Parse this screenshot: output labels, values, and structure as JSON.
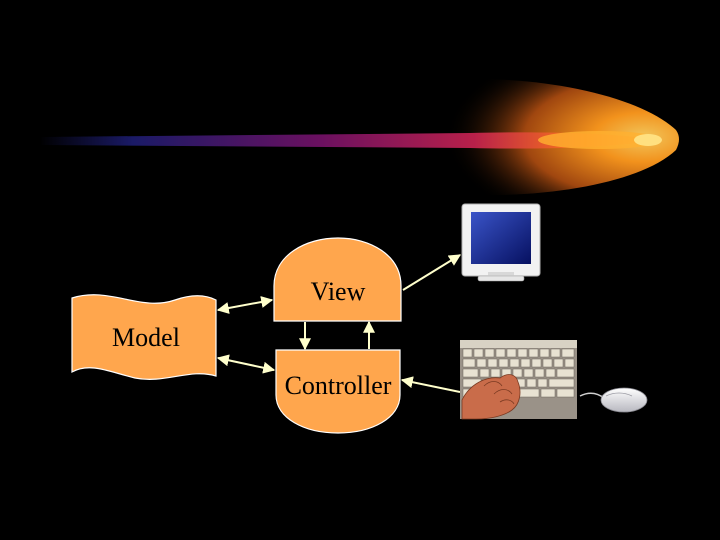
{
  "diagram": {
    "model": {
      "label": "Model"
    },
    "view": {
      "label": "View"
    },
    "controller": {
      "label": "Controller"
    }
  },
  "icons": {
    "monitor": "monitor-icon",
    "keyboard": "keyboard-hand-photo",
    "mouse": "mouse-icon"
  },
  "colors": {
    "background": "#000000",
    "shape_fill": "#FFA64D",
    "shape_border": "#FFFFFF",
    "connector": "#FFFFCC",
    "comet_head": "#FF9A1E",
    "comet_tail": "#1A1A66"
  }
}
